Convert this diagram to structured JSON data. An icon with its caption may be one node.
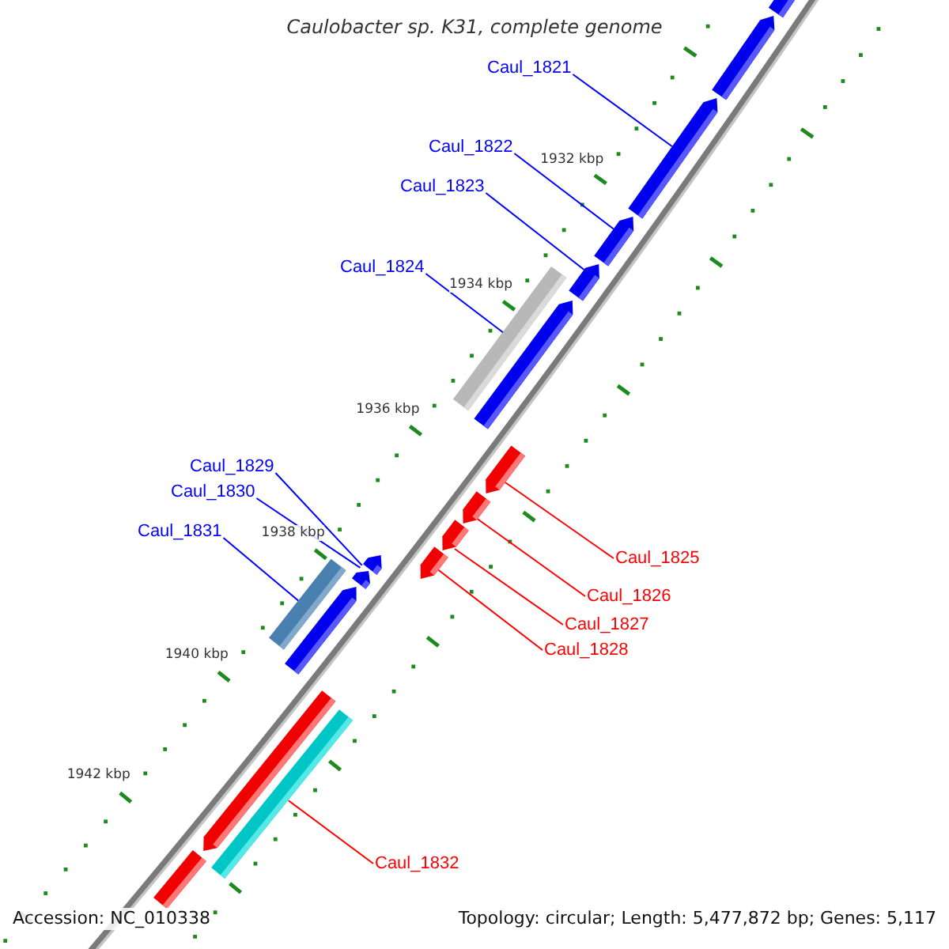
{
  "diagram": {
    "title": "Caulobacter sp. K31, complete genome",
    "nodes": [
      {
        "text": [
          "Caul_1821"
        ]
      },
      {
        "text": [
          "Caul_1822"
        ]
      },
      {
        "text": [
          "Caul_1823"
        ]
      },
      {
        "text": [
          "Caul_1824"
        ]
      },
      {
        "text": [
          "Caul_1829"
        ]
      },
      {
        "text": [
          "Caul_1830"
        ]
      },
      {
        "text": [
          "Caul_1831"
        ]
      },
      {
        "text": [
          "Caul_1825"
        ]
      },
      {
        "text": [
          "Caul_1826"
        ]
      },
      {
        "text": [
          "Caul_1827"
        ]
      },
      {
        "text": [
          "Caul_1828"
        ]
      },
      {
        "text": [
          "Caul_1832"
        ]
      },
      {
        "text": [],
        "shape": "arrow"
      },
      {
        "text": [],
        "shape": "arrow"
      },
      {
        "text": [],
        "shape": "arrow"
      },
      {
        "text": [],
        "shape": "arrow"
      },
      {
        "text": [],
        "shape": "arrow"
      },
      {
        "text": [],
        "shape": "bar"
      },
      {
        "text": [],
        "shape": "arrow"
      },
      {
        "text": [],
        "shape": "arrow"
      },
      {
        "text": [],
        "shape": "arrow"
      },
      {
        "text": [],
        "shape": "arrow"
      },
      {
        "text": [],
        "shape": "arrow"
      },
      {
        "text": [],
        "shape": "arrow"
      },
      {
        "text": [],
        "shape": "bar"
      },
      {
        "text": [],
        "shape": "arrow"
      },
      {
        "text": [],
        "shape": "arrow"
      },
      {
        "text": [],
        "shape": "arrow"
      },
      {
        "text": [],
        "shape": "bar"
      },
      {
        "text": [],
        "shape": "bar"
      }
    ],
    "edges": [
      {
        "from": 0,
        "to": 14,
        "arrow": "none"
      },
      {
        "from": 1,
        "to": 15,
        "arrow": "none"
      },
      {
        "from": 2,
        "to": 16,
        "arrow": "none"
      },
      {
        "from": 3,
        "to": 17,
        "arrow": "none"
      },
      {
        "from": 4,
        "to": 23,
        "arrow": "none"
      },
      {
        "from": 5,
        "to": 25,
        "arrow": "none"
      },
      {
        "from": 6,
        "to": 24,
        "arrow": "none"
      },
      {
        "from": 7,
        "to": 19,
        "arrow": "none",
        "color": "#ff0000"
      },
      {
        "from": 8,
        "to": 20,
        "arrow": "none",
        "color": "#ff0000"
      },
      {
        "from": 9,
        "to": 21,
        "arrow": "none",
        "color": "#ff0000"
      },
      {
        "from": 10,
        "to": 22,
        "arrow": "none",
        "color": "#ff0000"
      },
      {
        "from": 11,
        "to": 28,
        "arrow": "none",
        "color": "#ff0000"
      }
    ],
    "labels": [
      "1932 kbp",
      "1934 kbp",
      "1936 kbp",
      "1938 kbp",
      "1940 kbp",
      "1942 kbp",
      "Accession: NC_010338",
      "Topology: circular; Length: 5,477,872 bp; Genes: 5,117"
    ]
  }
}
